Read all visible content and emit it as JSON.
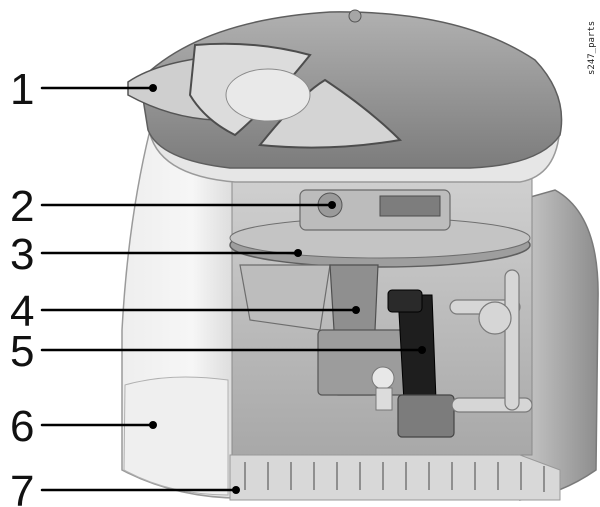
{
  "figure": {
    "drawing_code": "s247_parts",
    "callouts": [
      {
        "number": "1"
      },
      {
        "number": "2"
      },
      {
        "number": "3"
      },
      {
        "number": "4"
      },
      {
        "number": "5"
      },
      {
        "number": "6"
      },
      {
        "number": "7"
      }
    ]
  },
  "colors": {
    "shell": "#d9d9d9",
    "shell_dark": "#9a9a9a",
    "cap": "#8c8c8c",
    "interior": "#b8b8b8",
    "black_part": "#1e1e1e",
    "leader": "#000000"
  }
}
